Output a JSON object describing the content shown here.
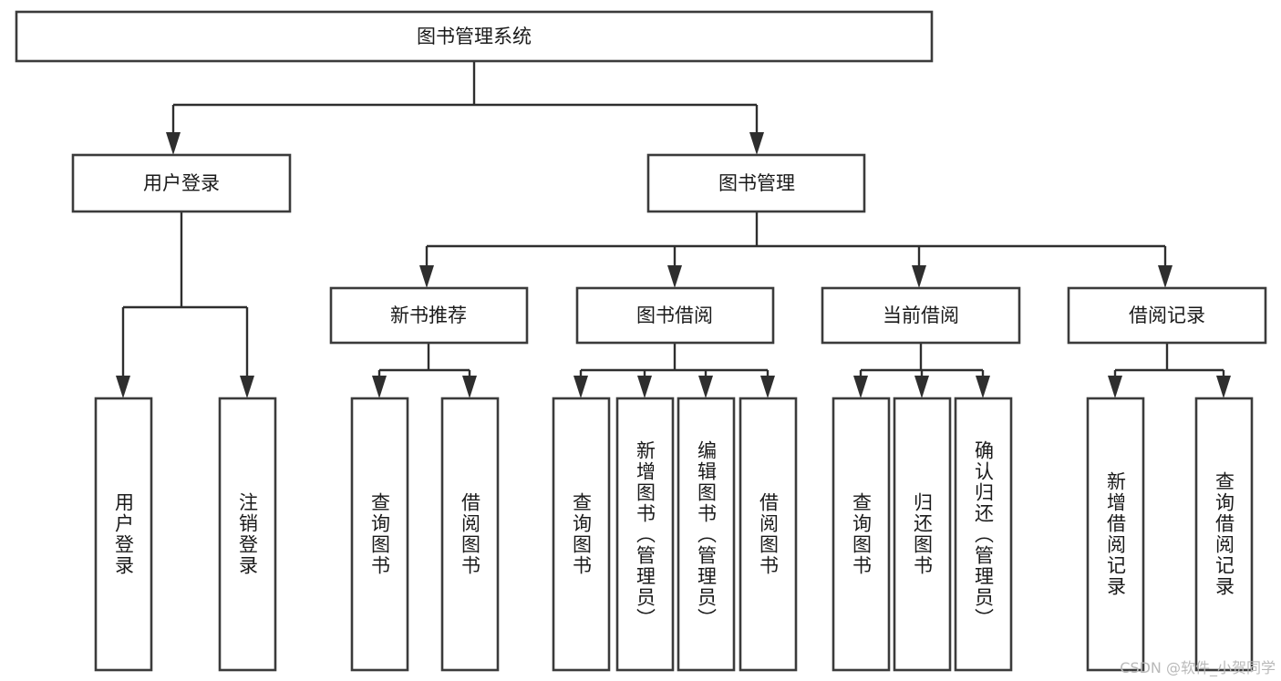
{
  "diagram": {
    "type": "tree-hierarchy",
    "title": "图书管理系统",
    "watermark": "CSDN @软件_小贺同学",
    "colors": {
      "box_fill": "#ffffff",
      "box_stroke": "#3b3b3b",
      "connector": "#2e2e2e",
      "text": "#1a1a1a",
      "watermark": "#b9b9b9",
      "background": "#ffffff"
    },
    "root": {
      "id": "root",
      "label": "图书管理系统",
      "orientation": "horizontal"
    },
    "level1": [
      {
        "id": "user-login",
        "label": "用户登录",
        "orientation": "horizontal"
      },
      {
        "id": "book-manage",
        "label": "图书管理",
        "orientation": "horizontal"
      }
    ],
    "level2": [
      {
        "id": "new-book-recommend",
        "label": "新书推荐",
        "orientation": "horizontal",
        "parent": "book-manage"
      },
      {
        "id": "book-borrow",
        "label": "图书借阅",
        "orientation": "horizontal",
        "parent": "book-manage"
      },
      {
        "id": "current-borrow",
        "label": "当前借阅",
        "orientation": "horizontal",
        "parent": "book-manage"
      },
      {
        "id": "borrow-record",
        "label": "借阅记录",
        "orientation": "horizontal",
        "parent": "book-manage"
      }
    ],
    "leaves": {
      "user-login": [
        {
          "id": "leaf-user-login",
          "label": "用户登录",
          "orientation": "vertical"
        },
        {
          "id": "leaf-user-logout",
          "label": "注销登录",
          "orientation": "vertical"
        }
      ],
      "new-book-recommend": [
        {
          "id": "leaf-query-book-1",
          "label": "查询图书",
          "orientation": "vertical"
        },
        {
          "id": "leaf-borrow-book-1",
          "label": "借阅图书",
          "orientation": "vertical"
        }
      ],
      "book-borrow": [
        {
          "id": "leaf-query-book-2",
          "label": "查询图书",
          "orientation": "vertical"
        },
        {
          "id": "leaf-add-book",
          "label": "新增图书（管理员）",
          "orientation": "vertical"
        },
        {
          "id": "leaf-edit-book",
          "label": "编辑图书（管理员）",
          "orientation": "vertical"
        },
        {
          "id": "leaf-borrow-book-2",
          "label": "借阅图书",
          "orientation": "vertical"
        }
      ],
      "current-borrow": [
        {
          "id": "leaf-query-book-3",
          "label": "查询图书",
          "orientation": "vertical"
        },
        {
          "id": "leaf-return-book",
          "label": "归还图书",
          "orientation": "vertical"
        },
        {
          "id": "leaf-confirm-return",
          "label": "确认归还（管理员）",
          "orientation": "vertical"
        }
      ],
      "borrow-record": [
        {
          "id": "leaf-add-record",
          "label": "新增借阅记录",
          "orientation": "vertical"
        },
        {
          "id": "leaf-query-record",
          "label": "查询借阅记录",
          "orientation": "vertical"
        }
      ]
    }
  }
}
